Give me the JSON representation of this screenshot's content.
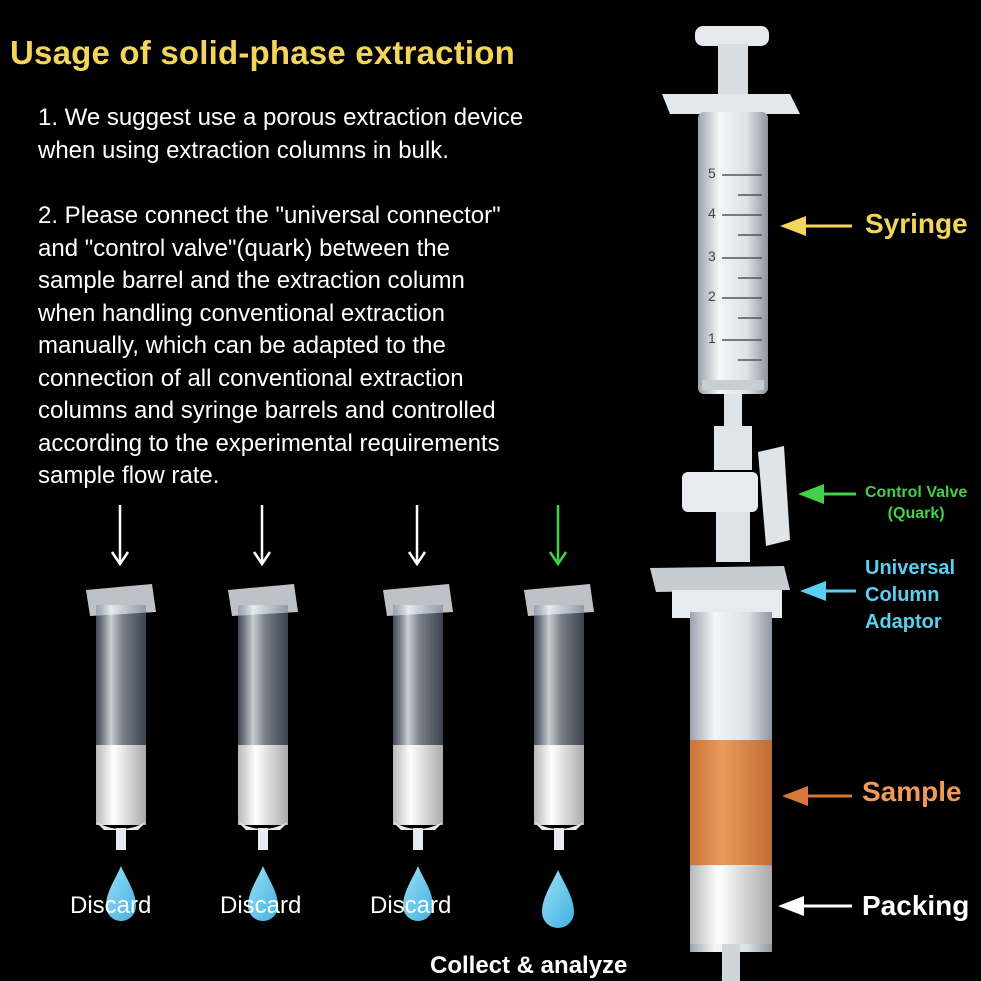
{
  "title": "Usage of solid-phase extraction",
  "steps": {
    "step1": [
      "1. We suggest use a porous extraction device",
      "when using extraction columns in bulk."
    ],
    "step2": [
      "2. Please connect the \"universal connector\"",
      "and \"control valve\"(quark) between the",
      "sample barrel and the extraction column",
      "when handling conventional extraction",
      "manually, which can be adapted to the",
      "connection of all conventional extraction",
      "columns and syringe barrels and controlled",
      "according to the experimental requirements",
      "sample flow rate."
    ]
  },
  "labels": {
    "syringe": "Syringe",
    "control_valve": "Control Valve",
    "control_valve_sub": "(Quark)",
    "universal": "Universal",
    "column": "Column",
    "adaptor": "Adaptor",
    "sample": "Sample",
    "packing": "Packing",
    "collect": "Collect & analyze"
  },
  "columns": [
    {
      "label": "Discard"
    },
    {
      "label": "Discard"
    },
    {
      "label": "Discard"
    },
    {
      "label": ""
    }
  ],
  "syringe_scale": [
    "5",
    "4",
    "3",
    "2",
    "1"
  ],
  "colors": {
    "title": "#f2d55a",
    "syringe_arrow": "#f2d55a",
    "valve_arrow": "#3fd24a",
    "adaptor_arrow": "#5ad0f0",
    "sample_arrow": "#d9763a",
    "sample_band": "#e0894a",
    "packing_arrow": "#ffffff",
    "drop": "#5fc6ee"
  }
}
